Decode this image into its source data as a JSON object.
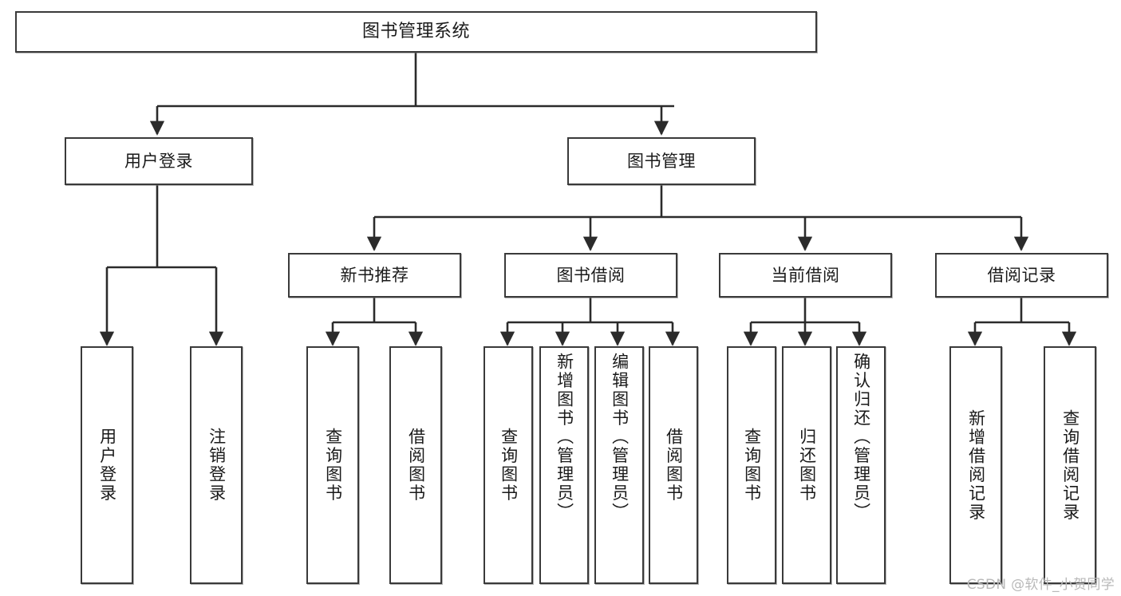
{
  "diagram": {
    "title": "图书管理系统",
    "type": "tree-hierarchy-chart",
    "orientation": "top-down",
    "colors": {
      "background": "#ffffff",
      "box_border": "#3a3a3a",
      "box_fill": "#ffffff",
      "edge": "#2b2b2b",
      "text": "#1a1a1a",
      "watermark": "#b9b9b9"
    }
  },
  "watermark": {
    "text": "CSDN @软件_小贺同学"
  },
  "nodes": {
    "root": {
      "label": "图书管理系统"
    },
    "level1": [
      {
        "id": "user-login",
        "label": "用户登录"
      },
      {
        "id": "book-management",
        "label": "图书管理"
      }
    ],
    "level2": [
      {
        "id": "new-book-recommend",
        "label": "新书推荐"
      },
      {
        "id": "book-borrow",
        "label": "图书借阅"
      },
      {
        "id": "current-borrow",
        "label": "当前借阅"
      },
      {
        "id": "borrow-record",
        "label": "借阅记录"
      }
    ],
    "leaves": {
      "user-login": [
        {
          "id": "leaf-user-login",
          "label": "用户登录"
        },
        {
          "id": "leaf-user-logout",
          "label": "注销登录"
        }
      ],
      "new-book-recommend": [
        {
          "id": "leaf-query-book-1",
          "label": "查询图书"
        },
        {
          "id": "leaf-borrow-book-1",
          "label": "借阅图书"
        }
      ],
      "book-borrow": [
        {
          "id": "leaf-query-book-2",
          "label": "查询图书"
        },
        {
          "id": "leaf-add-book",
          "label": "新增图书（管理员）"
        },
        {
          "id": "leaf-edit-book",
          "label": "编辑图书（管理员）"
        },
        {
          "id": "leaf-borrow-book-2",
          "label": "借阅图书"
        }
      ],
      "current-borrow": [
        {
          "id": "leaf-query-book-3",
          "label": "查询图书"
        },
        {
          "id": "leaf-return-book",
          "label": "归还图书"
        },
        {
          "id": "leaf-confirm-return",
          "label": "确认归还（管理员）"
        }
      ],
      "borrow-record": [
        {
          "id": "leaf-add-record",
          "label": "新增借阅记录"
        },
        {
          "id": "leaf-query-record",
          "label": "查询借阅记录"
        }
      ]
    }
  }
}
